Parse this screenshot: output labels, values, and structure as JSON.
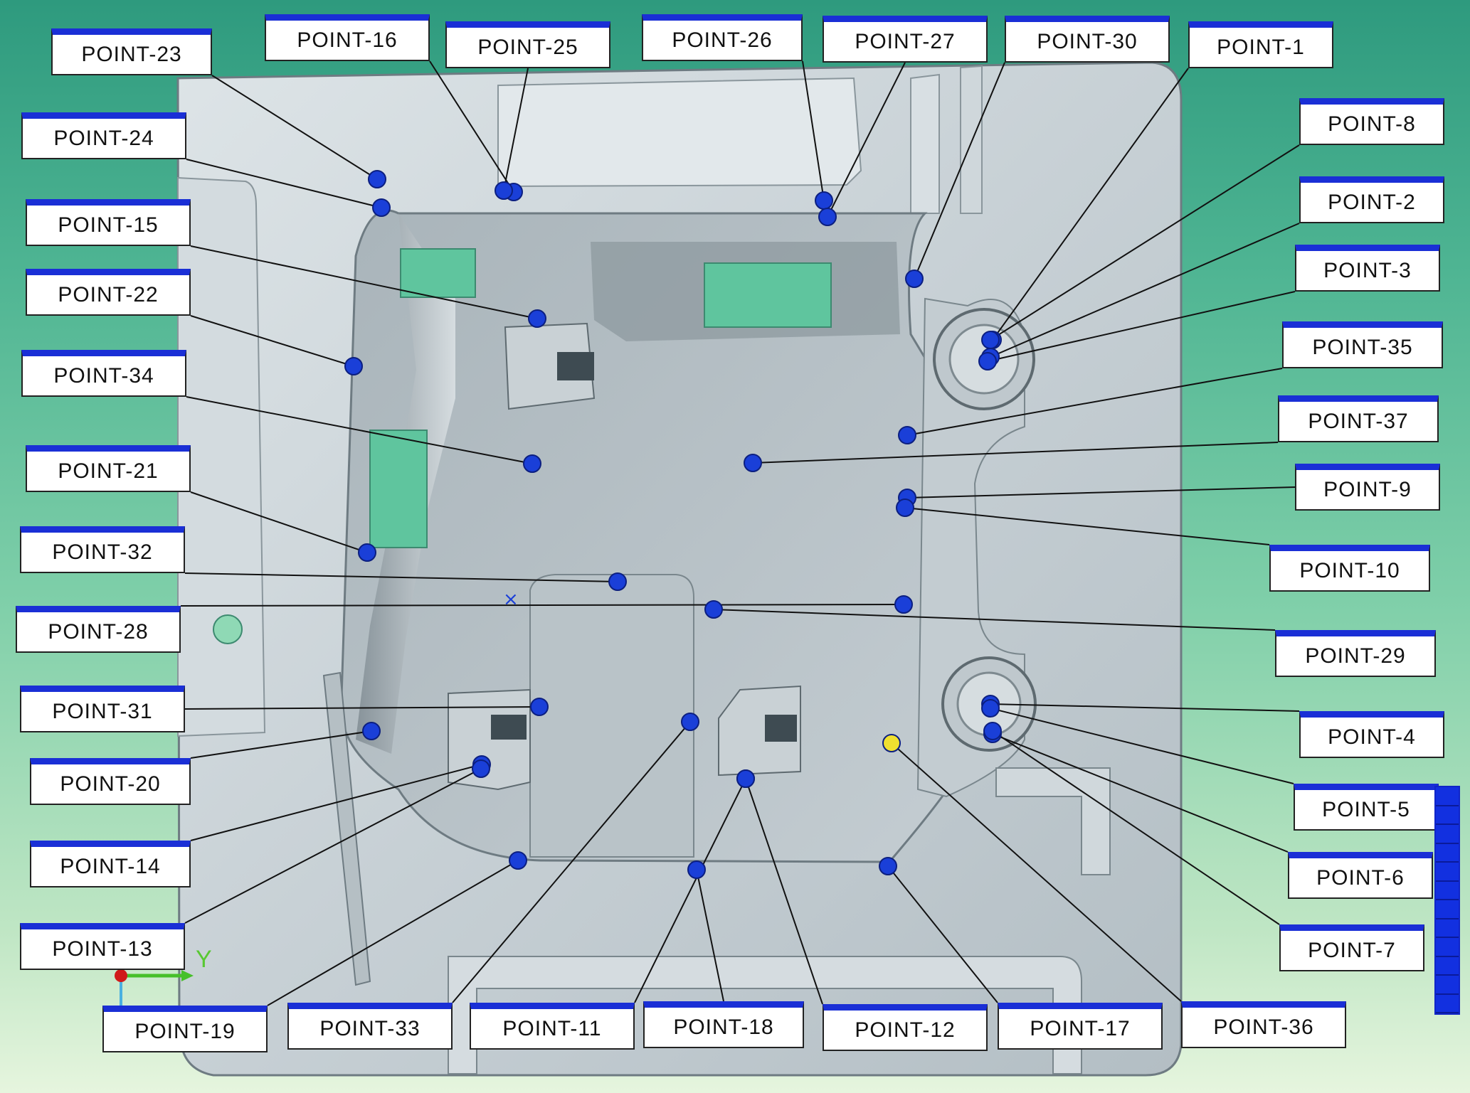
{
  "diagram": {
    "axis_label": "Y",
    "points": [
      {
        "label": "POINT-23"
      },
      {
        "label": "POINT-16"
      },
      {
        "label": "POINT-25"
      },
      {
        "label": "POINT-26"
      },
      {
        "label": "POINT-27"
      },
      {
        "label": "POINT-30"
      },
      {
        "label": "POINT-1"
      },
      {
        "label": "POINT-24"
      },
      {
        "label": "POINT-15"
      },
      {
        "label": "POINT-22"
      },
      {
        "label": "POINT-34"
      },
      {
        "label": "POINT-21"
      },
      {
        "label": "POINT-32"
      },
      {
        "label": "POINT-28"
      },
      {
        "label": "POINT-31"
      },
      {
        "label": "POINT-20"
      },
      {
        "label": "POINT-14"
      },
      {
        "label": "POINT-13"
      },
      {
        "label": "POINT-8"
      },
      {
        "label": "POINT-2"
      },
      {
        "label": "POINT-3"
      },
      {
        "label": "POINT-35"
      },
      {
        "label": "POINT-37"
      },
      {
        "label": "POINT-9"
      },
      {
        "label": "POINT-10"
      },
      {
        "label": "POINT-29"
      },
      {
        "label": "POINT-4"
      },
      {
        "label": "POINT-5"
      },
      {
        "label": "POINT-6"
      },
      {
        "label": "POINT-7"
      },
      {
        "label": "POINT-19"
      },
      {
        "label": "POINT-33"
      },
      {
        "label": "POINT-11"
      },
      {
        "label": "POINT-18"
      },
      {
        "label": "POINT-12"
      },
      {
        "label": "POINT-17"
      },
      {
        "label": "POINT-36"
      }
    ],
    "colors": {
      "marker": "#1a3fd8",
      "marker_highlight": "#f0e030",
      "callout_bar": "#1a2fd6",
      "part_surface": "#c9d3d8",
      "recess": "#5fc59e",
      "background_top": "#2e9a7e",
      "background_bottom": "#e6f5de"
    },
    "scale_bar_segments": 12
  }
}
